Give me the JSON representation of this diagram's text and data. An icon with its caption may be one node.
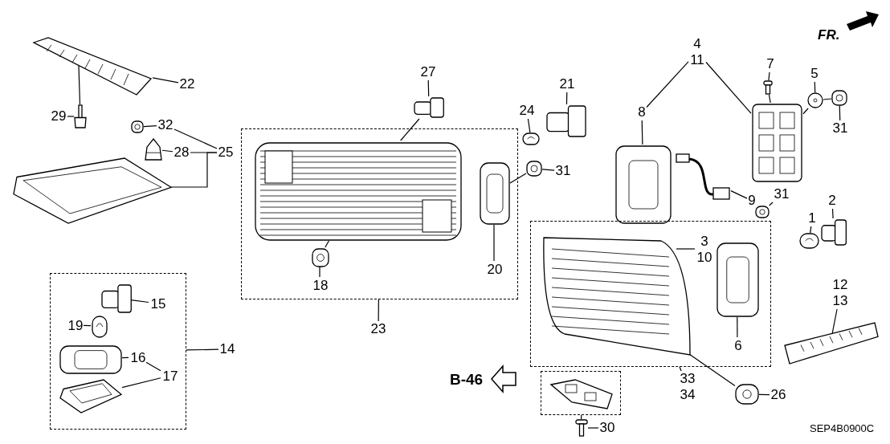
{
  "diagram": {
    "nodes": [
      {
        "text": [],
        "shape": "picture"
      },
      {
        "text": [
          "22"
        ]
      },
      {
        "text": [
          "29"
        ]
      },
      {
        "text": [],
        "shape": "picture"
      },
      {
        "text": [
          "32"
        ]
      },
      {
        "text": [],
        "shape": "picture"
      },
      {
        "text": [],
        "shape": "picture"
      },
      {
        "text": [
          "28"
        ]
      },
      {
        "text": [
          "25"
        ]
      },
      {
        "text": [],
        "shape": "picture"
      },
      {
        "text": [],
        "shape": "box"
      },
      {
        "text": [],
        "shape": "picture",
        "in": 10
      },
      {
        "text": [
          "18"
        ],
        "in": 10
      },
      {
        "text": [],
        "shape": "picture",
        "in": 10
      },
      {
        "text": [],
        "shape": "picture",
        "in": 10
      },
      {
        "text": [
          "20"
        ],
        "in": 10
      },
      {
        "text": [
          "23"
        ]
      },
      {
        "text": [
          "27"
        ]
      },
      {
        "text": [],
        "shape": "picture"
      },
      {
        "text": [
          "24"
        ]
      },
      {
        "text": [],
        "shape": "picture"
      },
      {
        "text": [
          "21"
        ]
      },
      {
        "text": [],
        "shape": "picture"
      },
      {
        "text": [],
        "shape": "picture"
      },
      {
        "text": [
          "31"
        ]
      },
      {
        "text": [
          "4",
          "11"
        ]
      },
      {
        "text": [
          "8"
        ]
      },
      {
        "text": [],
        "shape": "picture"
      },
      {
        "text": [],
        "shape": "picture"
      },
      {
        "text": [
          "7"
        ]
      },
      {
        "text": [],
        "shape": "picture"
      },
      {
        "text": [
          "5"
        ]
      },
      {
        "text": [],
        "shape": "picture"
      },
      {
        "text": [],
        "shape": "picture"
      },
      {
        "text": [
          "31"
        ]
      },
      {
        "text": [],
        "shape": "picture"
      },
      {
        "text": [
          "9"
        ]
      },
      {
        "text": [
          "31"
        ]
      },
      {
        "text": [],
        "shape": "picture"
      },
      {
        "text": [
          "1"
        ]
      },
      {
        "text": [],
        "shape": "picture"
      },
      {
        "text": [
          "2"
        ]
      },
      {
        "text": [],
        "shape": "picture"
      },
      {
        "text": [],
        "shape": "box"
      },
      {
        "text": [],
        "shape": "picture",
        "in": 43
      },
      {
        "text": [
          "3",
          "10"
        ],
        "in": 43
      },
      {
        "text": [],
        "shape": "picture",
        "in": 43
      },
      {
        "text": [
          "6"
        ],
        "in": 43
      },
      {
        "text": [
          "33",
          "34"
        ]
      },
      {
        "text": [
          "12",
          "13"
        ]
      },
      {
        "text": [],
        "shape": "picture"
      },
      {
        "text": [],
        "shape": "picture"
      },
      {
        "text": [
          "26"
        ]
      },
      {
        "text": [],
        "shape": "box"
      },
      {
        "text": [],
        "shape": "picture",
        "in": 53
      },
      {
        "text": [],
        "shape": "picture"
      },
      {
        "text": [
          "30"
        ]
      },
      {
        "text": [],
        "shape": "box"
      },
      {
        "text": [],
        "shape": "picture",
        "in": 57
      },
      {
        "text": [
          "15"
        ],
        "in": 57
      },
      {
        "text": [
          "19"
        ],
        "in": 57
      },
      {
        "text": [],
        "shape": "picture",
        "in": 57
      },
      {
        "text": [],
        "shape": "picture",
        "in": 57
      },
      {
        "text": [
          "16"
        ],
        "in": 57
      },
      {
        "text": [
          "17"
        ],
        "in": 57
      },
      {
        "text": [],
        "shape": "picture",
        "in": 57
      },
      {
        "text": [
          "14"
        ]
      }
    ],
    "edges": [
      {
        "from": 1,
        "to": 0,
        "arrow": "none"
      },
      {
        "from": 2,
        "to": 3,
        "arrow": "none"
      },
      {
        "from": 3,
        "to": 0,
        "arrow": "none"
      },
      {
        "from": 4,
        "to": 5,
        "arrow": "none"
      },
      {
        "from": 7,
        "to": 6,
        "arrow": "none"
      },
      {
        "from": 8,
        "to": 9,
        "arrow": "none"
      },
      {
        "from": 8,
        "to": 4,
        "arrow": "none"
      },
      {
        "from": 8,
        "to": 7,
        "arrow": "none"
      },
      {
        "from": 12,
        "to": 13,
        "arrow": "none"
      },
      {
        "from": 13,
        "to": 11,
        "arrow": "none"
      },
      {
        "from": 15,
        "to": 14,
        "arrow": "none"
      },
      {
        "from": 16,
        "to": 10,
        "arrow": "none"
      },
      {
        "from": 17,
        "to": 18,
        "arrow": "none"
      },
      {
        "from": 18,
        "to": 11,
        "arrow": "none"
      },
      {
        "from": 19,
        "to": 20,
        "arrow": "none"
      },
      {
        "from": 21,
        "to": 22,
        "arrow": "none"
      },
      {
        "from": 24,
        "to": 23,
        "arrow": "none"
      },
      {
        "from": 23,
        "to": 14,
        "arrow": "none"
      },
      {
        "from": 25,
        "to": 26,
        "arrow": "none"
      },
      {
        "from": 25,
        "to": 28,
        "arrow": "none"
      },
      {
        "from": 26,
        "to": 27,
        "arrow": "none"
      },
      {
        "from": 29,
        "to": 30,
        "arrow": "none"
      },
      {
        "from": 30,
        "to": 28,
        "arrow": "none"
      },
      {
        "from": 31,
        "to": 32,
        "arrow": "none"
      },
      {
        "from": 32,
        "to": 28,
        "arrow": "none"
      },
      {
        "from": 34,
        "to": 33,
        "arrow": "none"
      },
      {
        "from": 33,
        "to": 32,
        "arrow": "none"
      },
      {
        "from": 36,
        "to": 35,
        "arrow": "none"
      },
      {
        "from": 37,
        "to": 38,
        "arrow": "none"
      },
      {
        "from": 39,
        "to": 40,
        "arrow": "none"
      },
      {
        "from": 41,
        "to": 42,
        "arrow": "none"
      },
      {
        "from": 45,
        "to": 44,
        "arrow": "none"
      },
      {
        "from": 47,
        "to": 46,
        "arrow": "none"
      },
      {
        "from": 48,
        "to": 43,
        "arrow": "none"
      },
      {
        "from": 49,
        "to": 50,
        "arrow": "none"
      },
      {
        "from": 52,
        "to": 51,
        "arrow": "none"
      },
      {
        "from": 51,
        "to": 44,
        "arrow": "none"
      },
      {
        "from": 56,
        "to": 55,
        "arrow": "none"
      },
      {
        "from": 55,
        "to": 53,
        "arrow": "none"
      },
      {
        "from": 59,
        "to": 58,
        "arrow": "none"
      },
      {
        "from": 60,
        "to": 61,
        "arrow": "none"
      },
      {
        "from": 63,
        "to": 62,
        "arrow": "none"
      },
      {
        "from": 64,
        "to": 63,
        "arrow": "none"
      },
      {
        "from": 64,
        "to": 65,
        "arrow": "none"
      },
      {
        "from": 66,
        "to": 57,
        "arrow": "none"
      }
    ],
    "labels": [
      "FR.",
      "B-46",
      "SEP4B0900C"
    ]
  }
}
